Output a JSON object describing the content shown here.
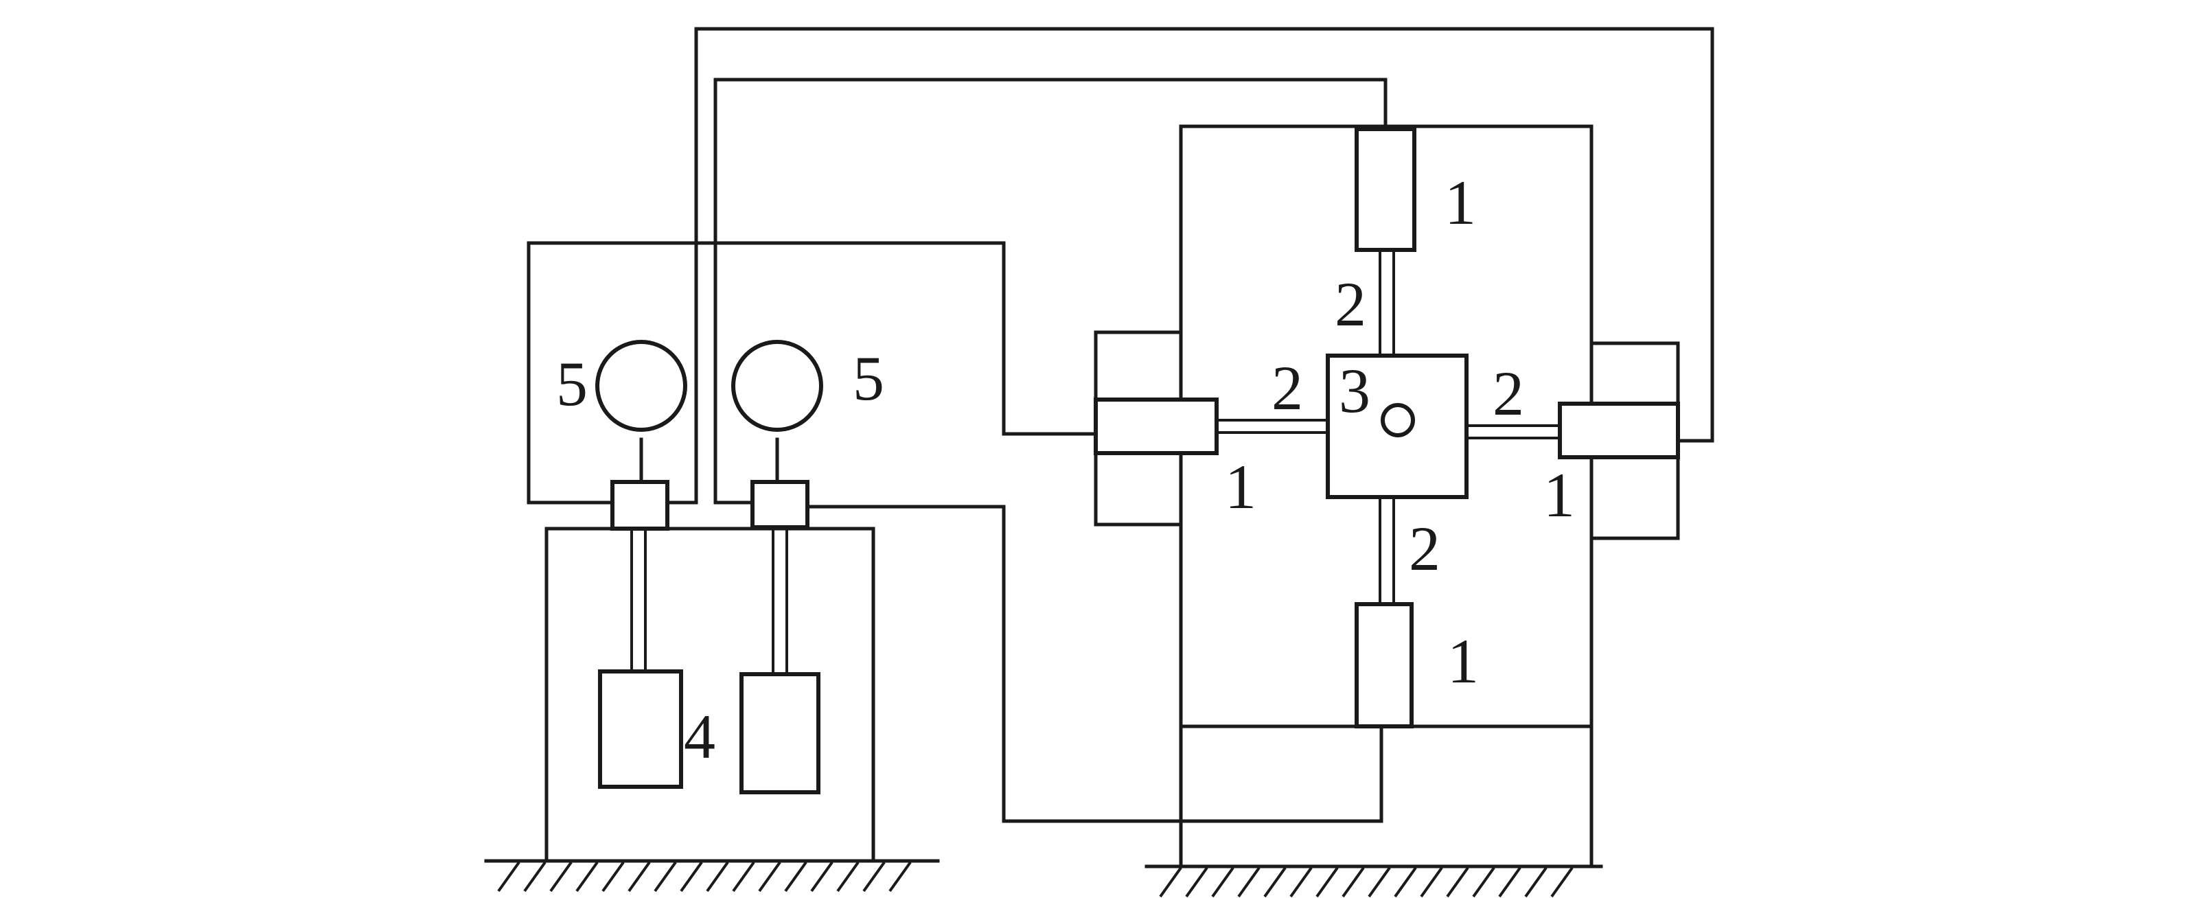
{
  "labels": {
    "actuator_top": "1",
    "actuator_left": "1",
    "actuator_right": "1",
    "actuator_bottom": "1",
    "rod_top": "2",
    "rod_left": "2",
    "rod_right": "2",
    "rod_bottom": "2",
    "specimen": "3",
    "weight": "4",
    "gauge_left": "5",
    "gauge_right": "5"
  },
  "colors": {
    "line": "#1a1a1a",
    "background": "#ffffff"
  }
}
